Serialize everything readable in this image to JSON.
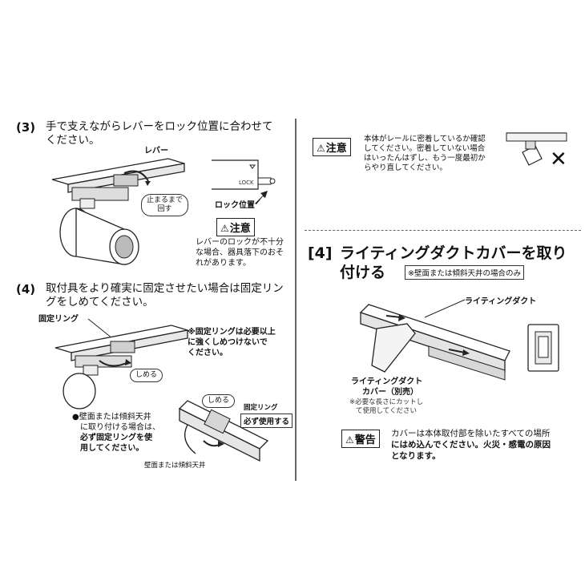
{
  "step3": {
    "number": "(3)",
    "text_line1": "手で支えながらレバーをロック位置に合わせて",
    "text_line2": "ください。",
    "label_lever": "レバー",
    "bubble_stop_line1": "止まるまで",
    "bubble_stop_line2": "回す",
    "label_lock_text": "LOCK",
    "label_lock_position": "ロック位置",
    "caution_label": "注意",
    "caution_line1": "レバーのロックが不十分",
    "caution_line2": "な場合、器具落下のおそ",
    "caution_line3": "れがあります。"
  },
  "step4": {
    "number": "(4)",
    "text_line1": "取付具をより確実に固定させたい場合は固定リン",
    "text_line2": "グをしめてください。",
    "label_ring": "固定リング",
    "note_line1": "※固定リングは必要以上",
    "note_line2": "に強くしめつけないで",
    "note_line3": "ください。",
    "bubble_tighten": "しめる",
    "bullet_line1": "●壁面または傾斜天井",
    "bullet_line2": "に取り付ける場合は、",
    "bullet_line3": "必ず固定リングを使",
    "bullet_line4": "用してください。",
    "bubble_tighten2": "しめる",
    "label_ring2": "固定リング",
    "tag_must_use": "必ず使用する",
    "label_wall": "壁面または傾斜天井"
  },
  "right_caution": {
    "caution_label": "注意",
    "line1": "本体がレールに密着しているか確認",
    "line2": "してください。密着していない場合",
    "line3": "はいったんはずし、もう一度最初か",
    "line4": "らやり直してください。",
    "x_mark": "✕"
  },
  "section4": {
    "number": "[4]",
    "title_line1": "ライティングダクトカバーを取り",
    "title_line2": "付ける",
    "tag_ceiling_only": "※壁面または傾斜天井の場合のみ",
    "label_duct": "ライティングダクト",
    "label_cover_line1": "ライティングダクト",
    "label_cover_line2": "カバー（別売）",
    "cut_note_line1": "※必要な長さにカットし",
    "cut_note_line2": "て使用してください",
    "warning_label": "警告",
    "warning_line1": "カバーは本体取付部を除いたすべての場所",
    "warning_line2": "にはめ込んでください。火災・感電の原因",
    "warning_line3": "となります。"
  }
}
